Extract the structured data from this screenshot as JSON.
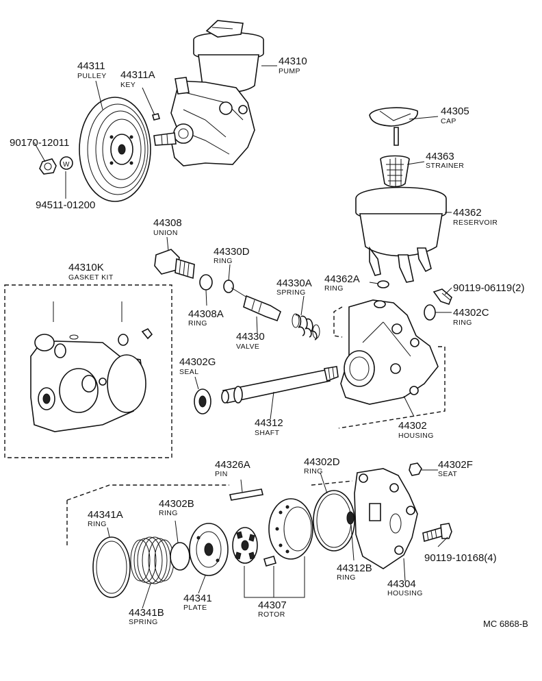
{
  "code": "MC  6868-B",
  "washer_mark": "W",
  "parts": {
    "p44310": {
      "number": "44310",
      "name": "PUMP"
    },
    "p44311": {
      "number": "44311",
      "name": "PULLEY"
    },
    "p44311A": {
      "number": "44311A",
      "name": "KEY"
    },
    "p90170": {
      "number": "90170-12011"
    },
    "p94511": {
      "number": "94511-01200"
    },
    "p44305": {
      "number": "44305",
      "name": "CAP"
    },
    "p44363": {
      "number": "44363",
      "name": "STRAINER"
    },
    "p44362": {
      "number": "44362",
      "name": "RESERVOIR"
    },
    "p44308": {
      "number": "44308",
      "name": "UNION"
    },
    "p44330D": {
      "number": "44330D",
      "name": "RING"
    },
    "p44310K": {
      "number": "44310K",
      "name": "GASKET KIT"
    },
    "p44330A": {
      "number": "44330A",
      "name": "SPRING"
    },
    "p44362A": {
      "number": "44362A",
      "name": "RING"
    },
    "p90119a": {
      "number": "90119-06119(2)"
    },
    "p44308A": {
      "number": "44308A",
      "name": "RING"
    },
    "p44302C": {
      "number": "44302C",
      "name": "RING"
    },
    "p44330": {
      "number": "44330",
      "name": "VALVE"
    },
    "p44302G": {
      "number": "44302G",
      "name": "SEAL"
    },
    "p44312": {
      "number": "44312",
      "name": "SHAFT"
    },
    "p44302": {
      "number": "44302",
      "name": "HOUSING"
    },
    "p44326A": {
      "number": "44326A",
      "name": "PIN"
    },
    "p44302D": {
      "number": "44302D",
      "name": "RING"
    },
    "p44302F": {
      "number": "44302F",
      "name": "SEAT"
    },
    "p44341A": {
      "number": "44341A",
      "name": "RING"
    },
    "p44302B": {
      "number": "44302B",
      "name": "RING"
    },
    "p90119b": {
      "number": "90119-10168(4)"
    },
    "p44312B": {
      "number": "44312B",
      "name": "RING"
    },
    "p44304": {
      "number": "44304",
      "name": "HOUSING"
    },
    "p44341": {
      "number": "44341",
      "name": "PLATE"
    },
    "p44341B": {
      "number": "44341B",
      "name": "SPRING"
    },
    "p44307": {
      "number": "44307",
      "name": "ROTOR"
    }
  }
}
